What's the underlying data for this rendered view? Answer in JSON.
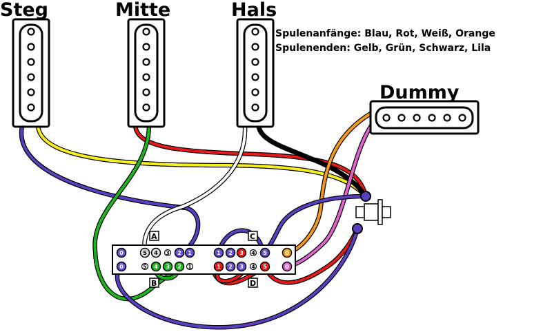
{
  "pickups": [
    {
      "id": "steg",
      "label": "Steg"
    },
    {
      "id": "mitte",
      "label": "Mitte"
    },
    {
      "id": "hals",
      "label": "Hals"
    },
    {
      "id": "dummy",
      "label": "Dummy"
    }
  ],
  "legend": {
    "line1": "Spulenanfänge: Blau, Rot, Weiß, Orange",
    "line2": "Spulenenden: Gelb, Grün, Schwarz, Lila"
  },
  "switch": {
    "sections": [
      "A",
      "B",
      "C",
      "D"
    ],
    "top_row_left": [
      "0",
      "5",
      "4",
      "3",
      "2",
      "1"
    ],
    "bottom_row_left": [
      "0",
      "5",
      "4",
      "3",
      "2",
      "1"
    ],
    "top_row_right": [
      "1",
      "2",
      "3",
      "4",
      "5",
      "0"
    ],
    "bottom_row_right": [
      "1",
      "2",
      "3",
      "4",
      "5",
      "0"
    ]
  },
  "colors": {
    "blue": "#5a3fc0",
    "yellow": "#f7ef1e",
    "red": "#e51b1b",
    "green": "#1fb51f",
    "white": "#ffffff",
    "black": "#111111",
    "orange": "#f39a1a",
    "pink": "#e064d0",
    "white_dot": "#dcdcdc",
    "green_dot": "#1fb51f",
    "red_dot": "#e51b1b",
    "blue_dot": "#6a4fd0"
  }
}
